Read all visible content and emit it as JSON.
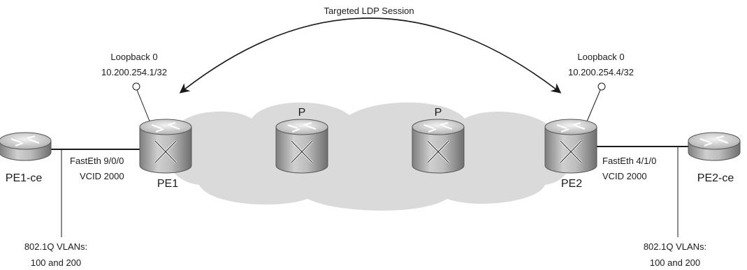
{
  "session": {
    "label": "Targeted LDP Session"
  },
  "routers": {
    "pe1_ce": {
      "name": "PE1-ce"
    },
    "pe1": {
      "name": "PE1",
      "loopback_name": "Loopback 0",
      "loopback_ip": "10.200.254.1/32"
    },
    "p1": {
      "name": "P"
    },
    "p2": {
      "name": "P"
    },
    "pe2": {
      "name": "PE2",
      "loopback_name": "Loopback 0",
      "loopback_ip": "10.200.254.4/32"
    },
    "pe2_ce": {
      "name": "PE2-ce"
    }
  },
  "links": {
    "left": {
      "interface": "FastEth 9/0/0",
      "vcid": "VCID 2000"
    },
    "right": {
      "interface": "FastEth 4/1/0",
      "vcid": "VCID 2000"
    }
  },
  "vlans": {
    "left": {
      "line1": "802.1Q VLANs:",
      "line2": "100 and 200"
    },
    "right": {
      "line1": "802.1Q VLANs:",
      "line2": "100 and 200"
    }
  },
  "colors": {
    "cloud": "#dadada",
    "router_light": "#d4d4d4",
    "router_dark": "#8a8a8a",
    "ink": "#1a1a1a"
  },
  "icons": [
    "router-icon",
    "mpls-cloud",
    "loopback-pin-icon",
    "bidirectional-arrow"
  ]
}
